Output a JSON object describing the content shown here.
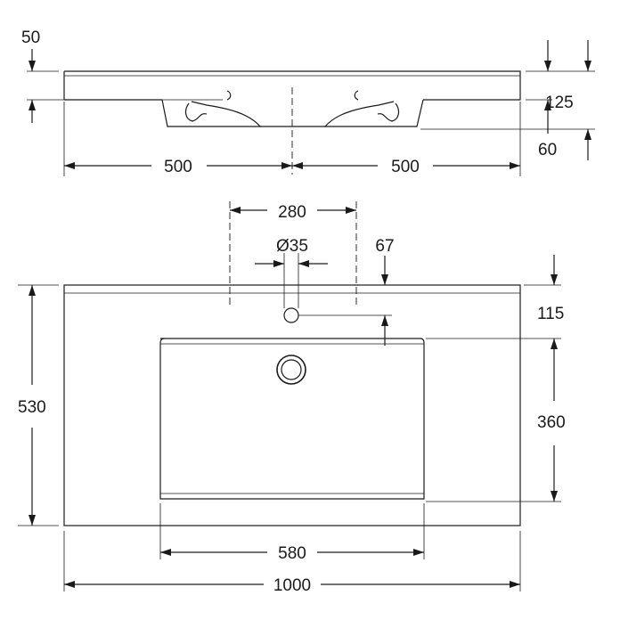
{
  "side_view": {
    "dim_top_thickness": "50",
    "dim_overall_height": "125",
    "dim_bowl_depth": "60",
    "dim_left_half": "500",
    "dim_right_half": "500"
  },
  "top_view": {
    "dim_tap_spacing": "280",
    "dim_tap_hole": "Ø35",
    "dim_tap_offset": "67",
    "dim_back_to_bowl": "115",
    "dim_bowl_length": "360",
    "dim_depth": "530",
    "dim_bowl_width": "580",
    "dim_total_width": "1000"
  },
  "colors": {
    "line": "#1a1a1a",
    "background": "#ffffff"
  }
}
